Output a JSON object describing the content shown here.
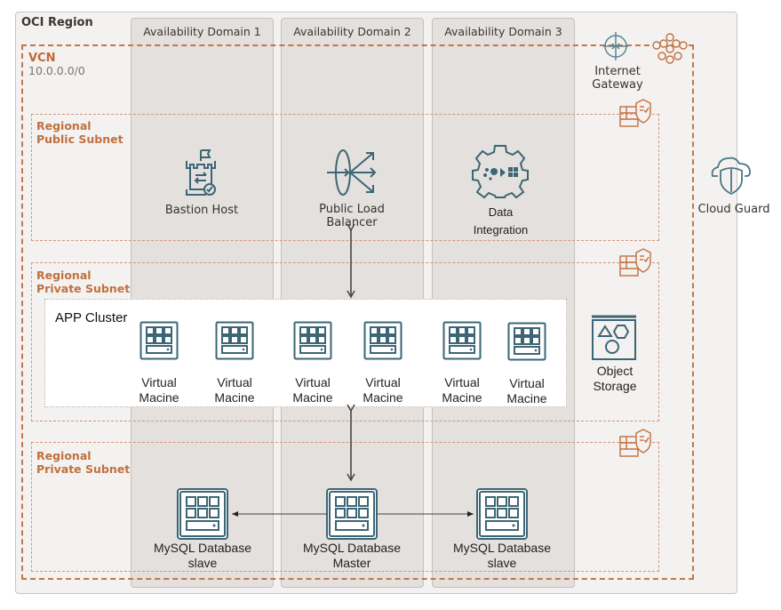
{
  "region": {
    "title": "OCI Region"
  },
  "availability_domains": [
    {
      "title": "Availability Domain 1"
    },
    {
      "title": "Availability Domain 2"
    },
    {
      "title": "Availability Domain 3"
    }
  ],
  "vcn": {
    "title": "VCN",
    "cidr": "10.0.0.0/0"
  },
  "subnets": [
    {
      "line1": "Regional",
      "line2": "Public Subnet"
    },
    {
      "line1": "Regional",
      "line2": "Private Subnet"
    },
    {
      "line1": "Regional",
      "line2": "Private Subnet"
    }
  ],
  "services": {
    "internet_gateway": {
      "line1": "Internet",
      "line2": "Gateway"
    },
    "bastion_host": {
      "label": "Bastion Host"
    },
    "load_balancer": {
      "line1": "Public Load",
      "line2": "Balancer"
    },
    "data_integration": {
      "line1": "Data",
      "line2": "Integration"
    },
    "cloud_guard": {
      "label": "Cloud Guard"
    },
    "object_storage": {
      "line1": "Object",
      "line2": "Storage"
    }
  },
  "app_cluster": {
    "title": "APP Cluster",
    "vms": [
      {
        "line1": "Virtual",
        "line2": "Macine"
      },
      {
        "line1": "Virtual",
        "line2": "Macine"
      },
      {
        "line1": "Virtual",
        "line2": "Macine"
      },
      {
        "line1": "Virtual",
        "line2": "Macine"
      },
      {
        "line1": "Virtual",
        "line2": "Macine"
      },
      {
        "line1": "Virtual",
        "line2": "Macine"
      }
    ]
  },
  "databases": [
    {
      "line1": "MySQL Database",
      "line2": "slave"
    },
    {
      "line1": "MySQL Database",
      "line2": "Master"
    },
    {
      "line1": "MySQL Database",
      "line2": "slave"
    }
  ],
  "colors": {
    "icon_teal": "#3c6675",
    "oracle_orange": "#c0703f",
    "region_bg": "#f4f2f0",
    "ad_bg": "#e4e0dd"
  }
}
